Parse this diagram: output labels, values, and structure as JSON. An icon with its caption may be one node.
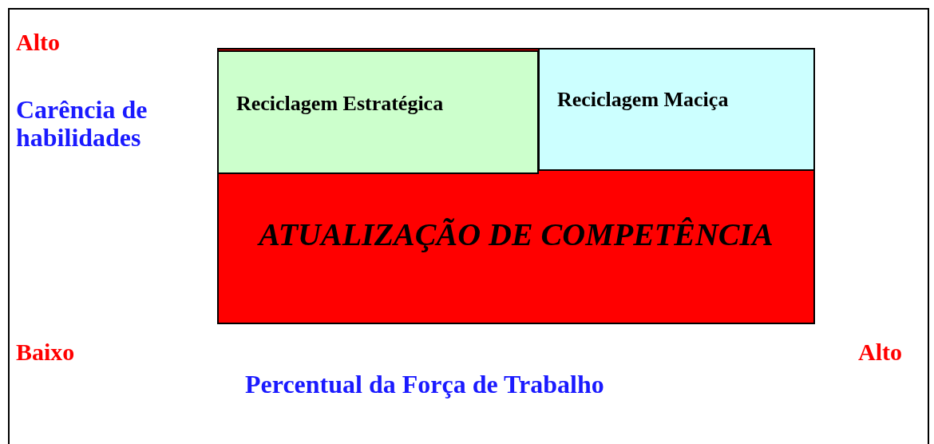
{
  "diagram": {
    "nodes": [
      {
        "text": [
          "ATUALIZAÇÃO DE COMPETÊNCIA"
        ]
      },
      {
        "text": [
          "Reciclagem Estratégica"
        ],
        "in": 0
      },
      {
        "text": [
          "Reciclagem Maciça"
        ],
        "in": 0
      }
    ],
    "labels": [
      "Alto",
      "Carência de habilidades",
      "Baixo",
      "Alto",
      "Percentual da Força de Trabalho"
    ]
  }
}
